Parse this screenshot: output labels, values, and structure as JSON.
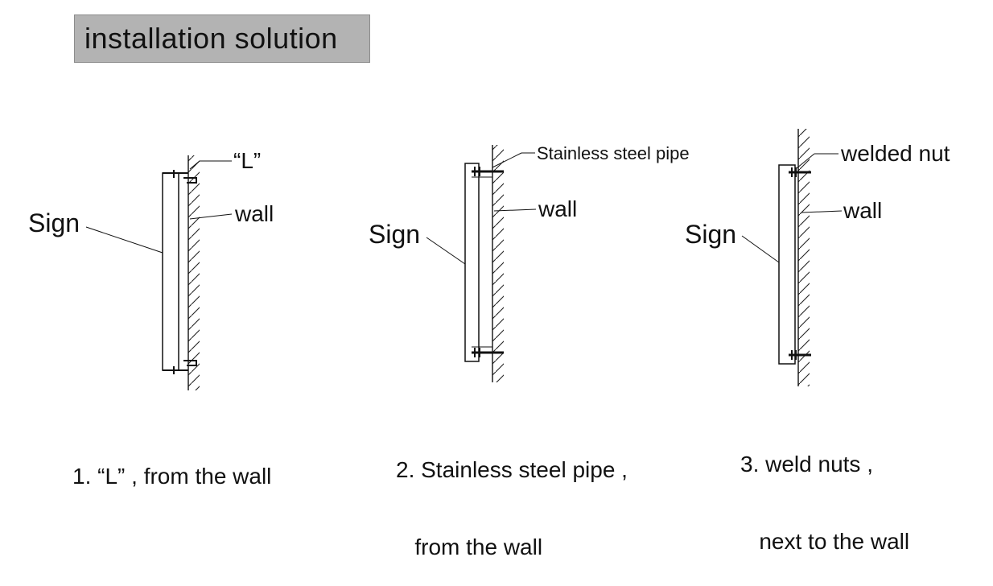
{
  "title": "installation solution",
  "panels": [
    {
      "sign_label": "Sign",
      "fixing_label": "“L”",
      "wall_label": "wall",
      "caption_line1": "1. “L” , from the wall",
      "caption_line2": ""
    },
    {
      "sign_label": "Sign",
      "fixing_label": "Stainless steel pipe",
      "wall_label": "wall",
      "caption_line1": "2. Stainless steel pipe ,",
      "caption_line2": "   from the wall"
    },
    {
      "sign_label": "Sign",
      "fixing_label": "welded nut",
      "wall_label": "wall",
      "caption_line1": "3. weld nuts ,",
      "caption_line2": "   next to the wall"
    }
  ]
}
